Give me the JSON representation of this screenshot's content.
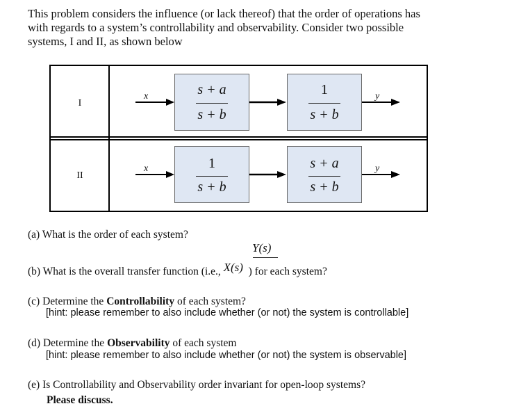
{
  "intro": {
    "line1": "This problem considers the influence (or lack thereof) that the order of operations has",
    "line2": "with regards to a system’s controllability and observability.  Consider two possible",
    "line3": "systems, I and II, as shown below"
  },
  "diagram": {
    "rows": [
      {
        "label": "I",
        "input": "x",
        "output": "y",
        "block1": {
          "num": "s + a",
          "den": "s + b"
        },
        "block2": {
          "num": "1",
          "den": "s + b"
        }
      },
      {
        "label": "II",
        "input": "x",
        "output": "y",
        "block1": {
          "num": "1",
          "den": "s + b"
        },
        "block2": {
          "num": "s + a",
          "den": "s + b"
        }
      }
    ]
  },
  "questions": {
    "a": {
      "text": "(a) What is the order of each system?"
    },
    "b": {
      "prefix": "(b) What is the overall transfer function (i.e., ",
      "num": "Y(s)",
      "den": "X(s)",
      "suffix": ") for each system?"
    },
    "c": {
      "prefix": "(c) Determine the ",
      "bold": "Controllability",
      "suffix": " of each system?",
      "hint": "[hint: please remember to also include whether (or not) the system is controllable]"
    },
    "d": {
      "prefix": "(d) Determine the ",
      "bold": "Observability",
      "suffix": " of each system",
      "hint": "[hint: please remember to also include whether (or not) the system is observable]"
    },
    "e": {
      "text": "(e) Is Controllability and Observability order invariant for open-loop systems?",
      "bold": "Please discuss."
    }
  }
}
